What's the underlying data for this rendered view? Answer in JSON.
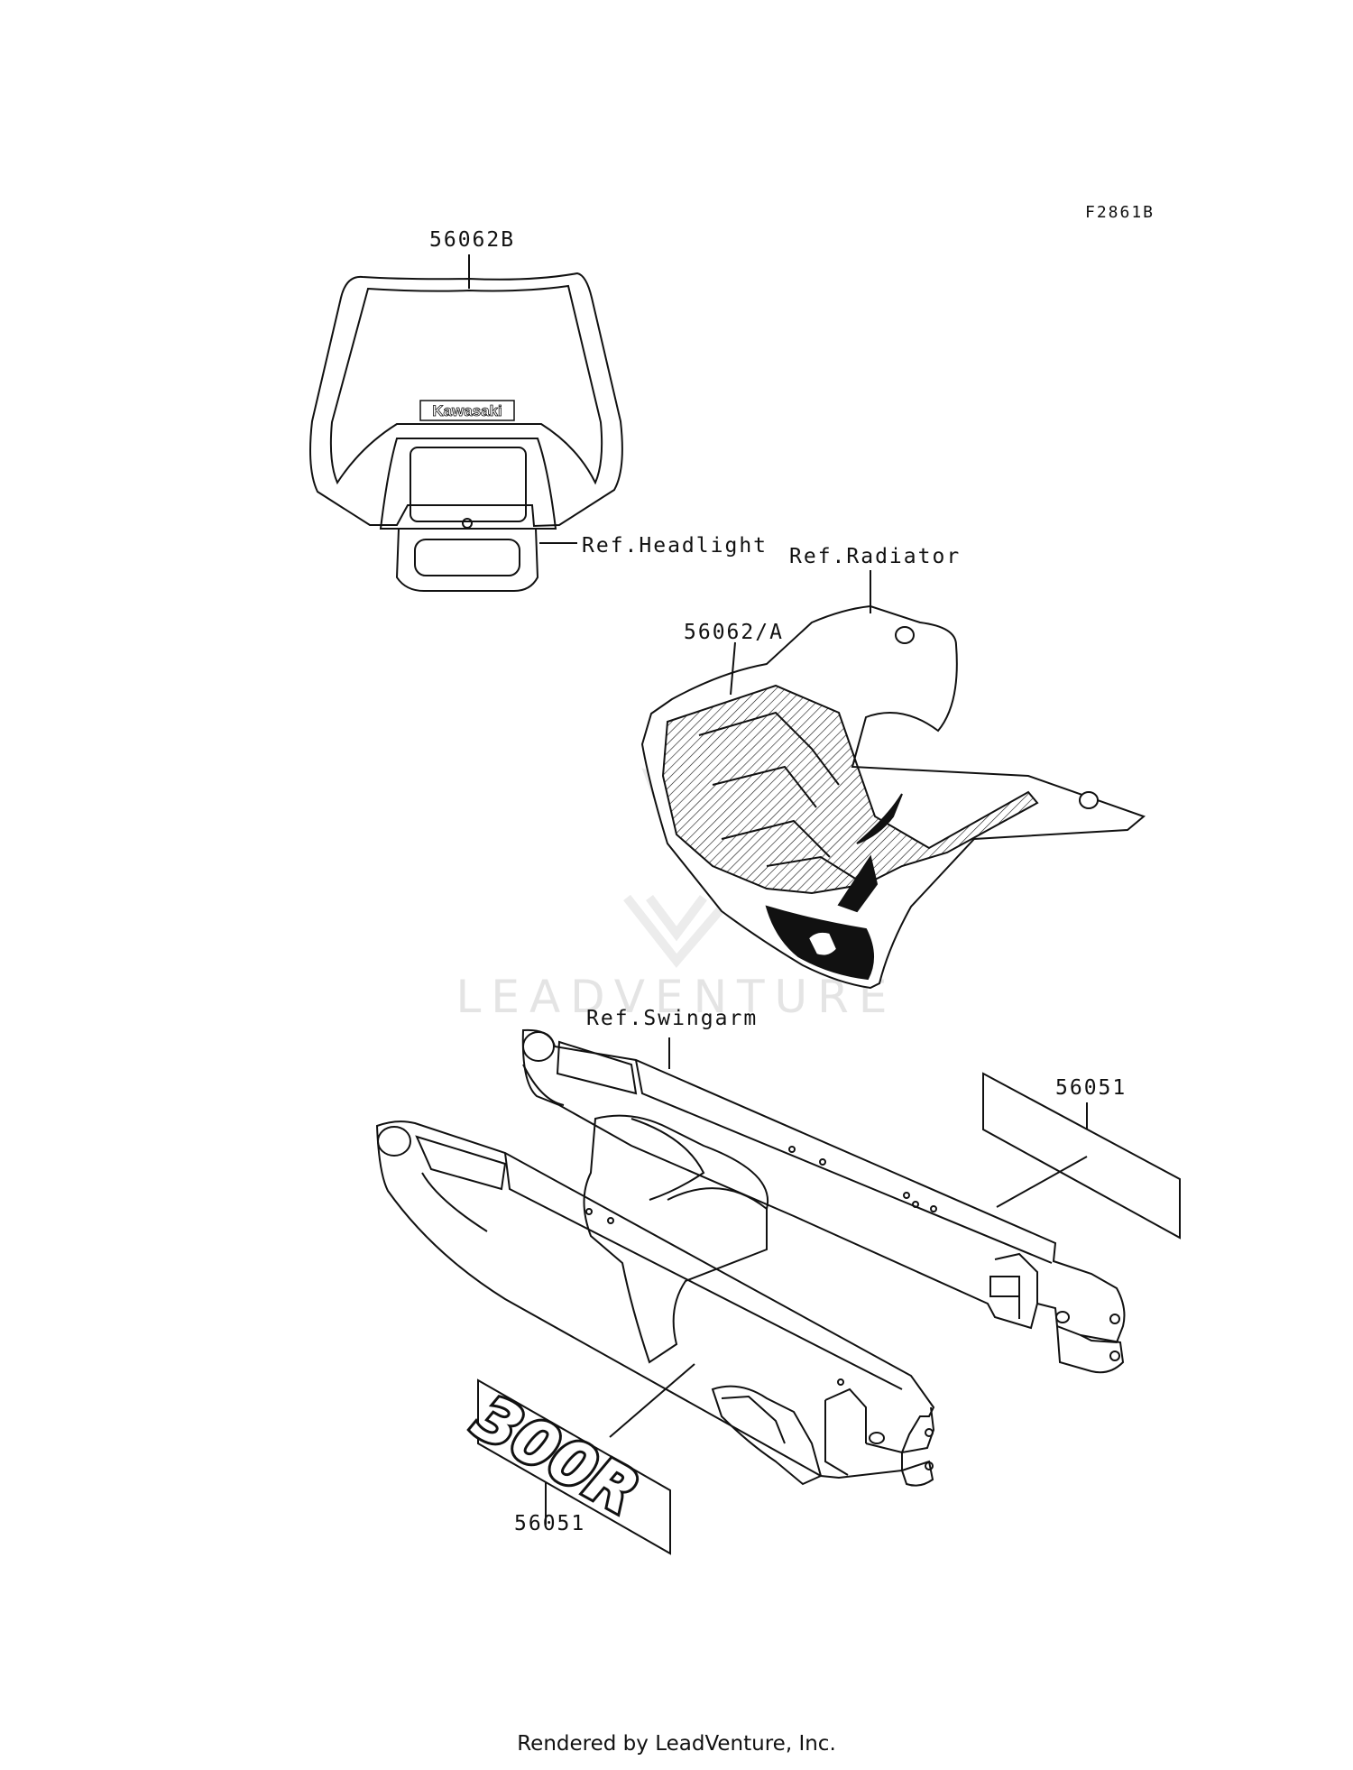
{
  "figure_code": "F2861B",
  "callouts": {
    "part_headlight_cover": "56062B",
    "ref_headlight": "Ref.Headlight",
    "ref_radiator": "Ref.Radiator",
    "part_shroud_decal": "56062/A",
    "ref_swingarm": "Ref.Swingarm",
    "part_swingarm_mark_right": "56051",
    "part_swingarm_mark_left": "56051"
  },
  "headlight_logo": "Kawasaki",
  "decal_graphic_text": "300R",
  "watermark": "LEADVENTURE",
  "footer": "Rendered by LeadVenture, Inc.",
  "colors": {
    "line": "#111111",
    "watermark": "#e4e4e4",
    "background": "#ffffff"
  }
}
